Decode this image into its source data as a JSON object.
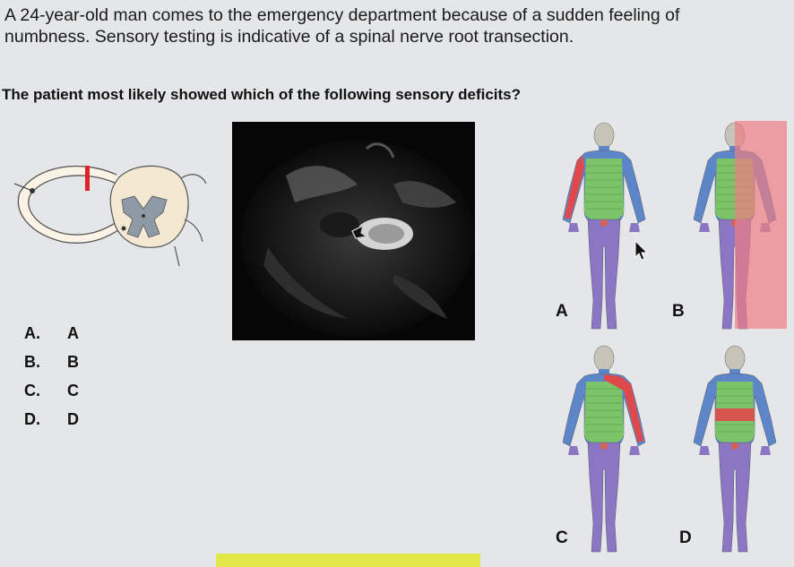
{
  "question": {
    "stem": "A 24-year-old man comes to the emergency department because of a sudden feeling of numbness. Sensory testing is indicative of a spinal nerve root transection.",
    "prompt": "The patient most likely showed which of the following sensory deficits?"
  },
  "options": [
    {
      "letter": "A.",
      "text": "A"
    },
    {
      "letter": "B.",
      "text": "B"
    },
    {
      "letter": "C.",
      "text": "C"
    },
    {
      "letter": "D.",
      "text": "D"
    }
  ],
  "figures": [
    {
      "label": "A",
      "highlight": "left-arm-strip"
    },
    {
      "label": "B",
      "highlight": "right-half-body"
    },
    {
      "label": "C",
      "highlight": "right-shoulder-arm-strip"
    },
    {
      "label": "D",
      "highlight": "abdominal-band"
    }
  ],
  "colors": {
    "head": "#c8c3b8",
    "neck_arms_blue": "#5d86c9",
    "trunk_green": "#7cc46a",
    "legs_purple": "#8a76c2",
    "deficit_red": "#e0494c",
    "half_body_overlay": "#ee7e84",
    "banner_yellow": "#e3e84a",
    "cut_mark_red": "#e0202a"
  }
}
